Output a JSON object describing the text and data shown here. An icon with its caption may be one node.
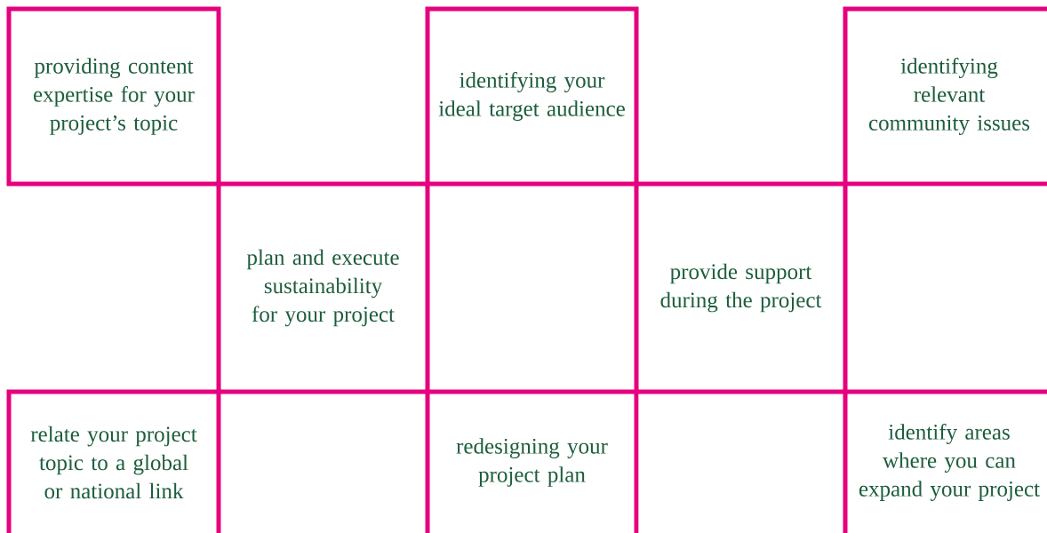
{
  "diagram": {
    "nodes": [
      {
        "text": [
          "providing content expertise for your project’s topic"
        ]
      },
      {
        "text": [
          "identifying your ideal target audience"
        ]
      },
      {
        "text": [
          "identifying relevant community issues"
        ]
      },
      {
        "text": [
          "plan and execute sustainability for your project"
        ]
      },
      {
        "text": [
          "provide support during the project"
        ]
      },
      {
        "text": [
          "relate your project topic to a global or national link"
        ]
      },
      {
        "text": [
          "redesigning your project plan"
        ]
      },
      {
        "text": [
          "identify areas where you can expand your project"
        ]
      }
    ]
  }
}
